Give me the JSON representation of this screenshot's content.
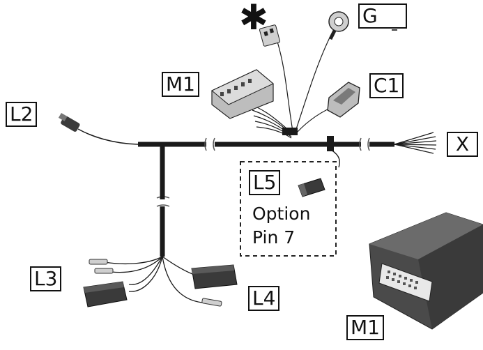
{
  "labels": {
    "g": "G",
    "m1_top": "M1",
    "c1": "C1",
    "l2": "L2",
    "x": "X",
    "l5": "L5",
    "l3": "L3",
    "l4": "L4",
    "m1_bottom": "M1",
    "asterisk": "✱"
  },
  "option_box": {
    "line1": "Option",
    "line2": "Pin 7"
  },
  "colors": {
    "cable": "#1a1a1a",
    "connector_dark": "#3a3a3a",
    "connector_light": "#b8b8b8",
    "module_body": "#4a4a4a"
  },
  "icons": {
    "ground": "ground-symbol-icon",
    "asterisk": "asterisk-icon"
  }
}
